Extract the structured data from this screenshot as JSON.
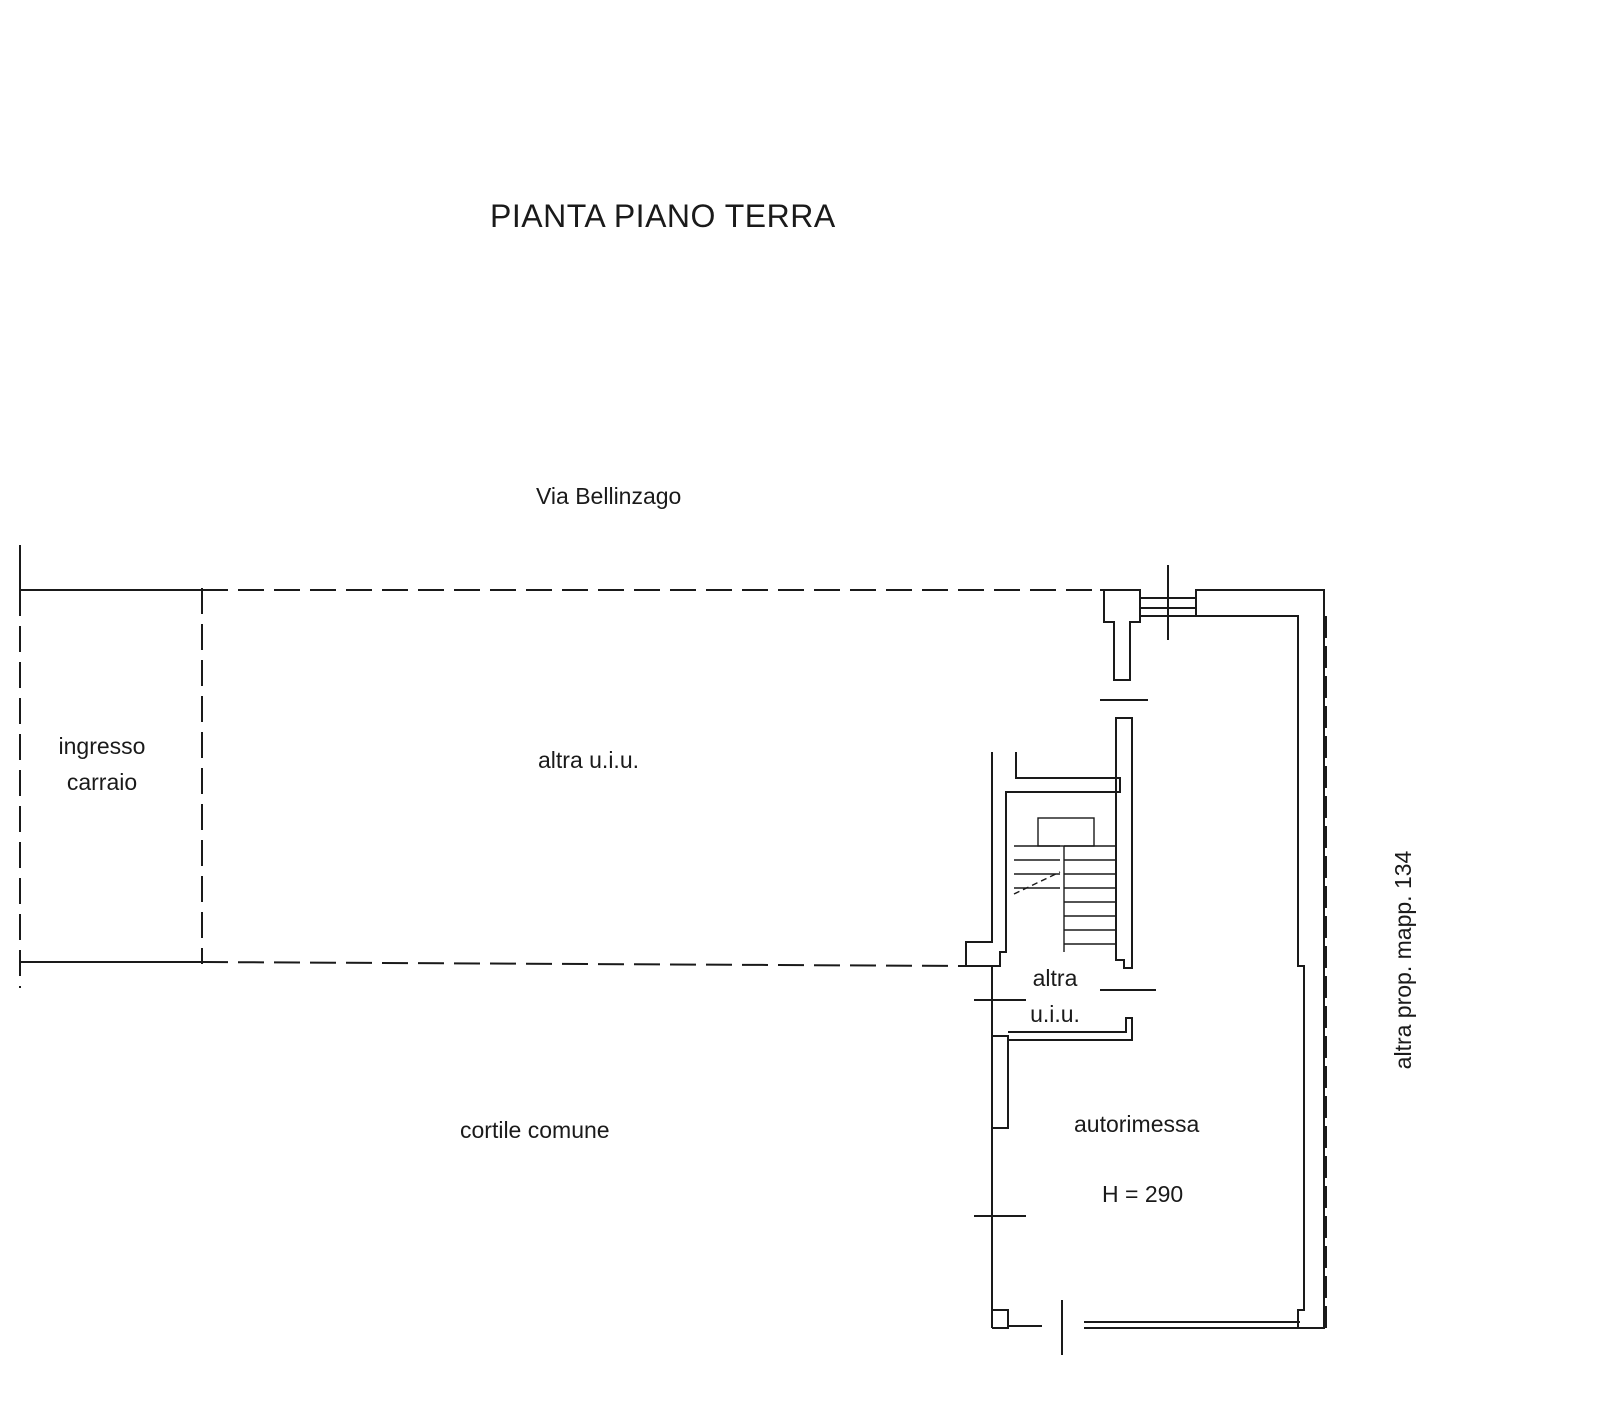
{
  "plan": {
    "title": "PIANTA PIANO TERRA",
    "street": "Via Bellinzago",
    "rooms": {
      "ingresso_line1": "ingresso",
      "ingresso_line2": "carraio",
      "altra_uiu": "altra u.i.u.",
      "altra_small_line1": "altra",
      "altra_small_line2": "u.i.u.",
      "cortile": "cortile comune",
      "autorimessa": "autorimessa",
      "height": "H = 290"
    },
    "side_label": "altra prop. mapp. 134"
  },
  "colors": {
    "line": "#1a1a1a",
    "background": "#ffffff"
  }
}
